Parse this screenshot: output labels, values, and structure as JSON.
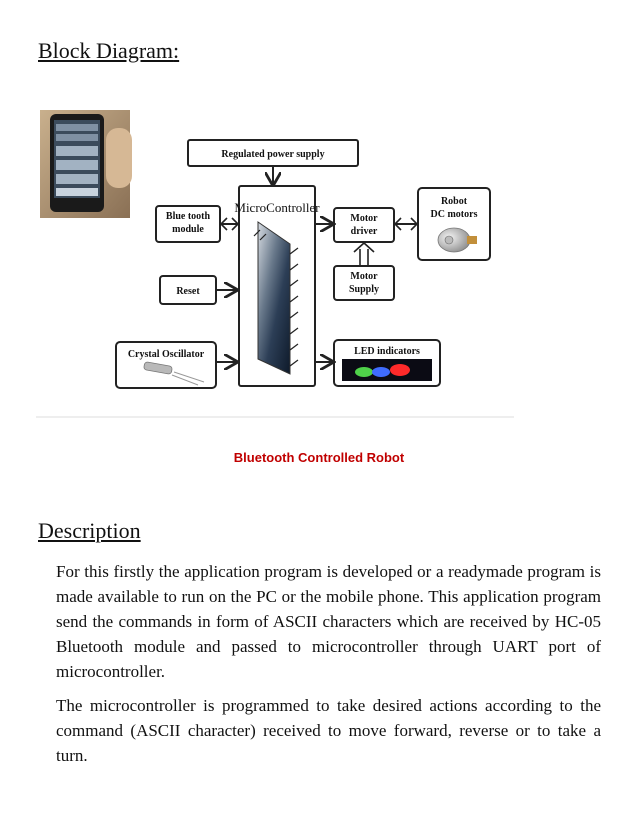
{
  "section1": {
    "heading": "Block Diagram",
    "colon": ":"
  },
  "diagram": {
    "power_supply": "Regulated power supply",
    "microcontroller": "MicroController",
    "bluetooth_line1": "Blue tooth",
    "bluetooth_line2": "module",
    "reset": "Reset",
    "crystal": "Crystal Oscillator",
    "motor_driver_line1": "Motor",
    "motor_driver_line2": "driver",
    "motor_supply_line1": "Motor",
    "motor_supply_line2": "Supply",
    "led": "LED indicators",
    "robot_line1": "Robot",
    "robot_line2": "DC motors"
  },
  "caption": "Bluetooth Controlled Robot",
  "section2": {
    "heading": "Description",
    "paragraph1": "For this firstly the application program is developed or a readymade program is made available to run on the PC or the mobile phone. This application program send the commands in form of ASCII characters which are received by HC-05 Bluetooth module and passed to microcontroller through UART port of microcontroller.",
    "paragraph2": "The microcontroller is programmed to take desired actions according to the command (ASCII character) received to move forward, reverse or to take a turn."
  }
}
